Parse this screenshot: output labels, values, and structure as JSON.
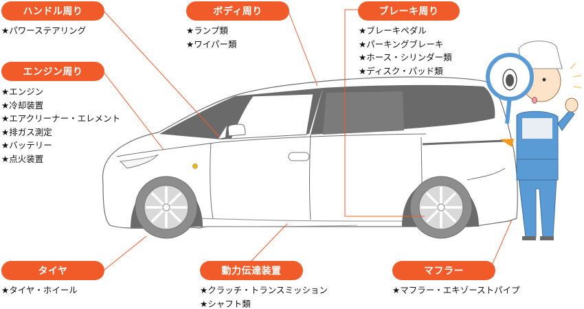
{
  "diagram": {
    "subject": "minivan inspection points",
    "accent_color": "#f15a29",
    "bullet_glyph": "★",
    "categories": {
      "handle": {
        "label": "ハンドル周り",
        "items": [
          "★パワーステアリング"
        ]
      },
      "engine": {
        "label": "エンジン周り",
        "items": [
          "★エンジン",
          "★冷却装置",
          "★エアクリーナー・エレメント",
          "★排ガス測定",
          "★バッテリー",
          "★点火装置"
        ]
      },
      "body": {
        "label": "ボディ周り",
        "items": [
          "★ランプ類",
          "★ワイパー類"
        ]
      },
      "brake": {
        "label": "ブレーキ周り",
        "items": [
          "★ブレーキペダル",
          "★パーキングブレーキ",
          "★ホース・シリンダー類",
          "★ディスク・パッド類"
        ]
      },
      "tire": {
        "label": "タイヤ",
        "items": [
          "★タイヤ・ホイール"
        ]
      },
      "drivetrain": {
        "label": "動力伝達装置",
        "items": [
          "★クラッチ・トランスミッション",
          "★シャフト類"
        ]
      },
      "muffler": {
        "label": "マフラー",
        "items": [
          "★マフラー・エキゾーストパイプ"
        ]
      }
    },
    "illustration": {
      "vehicle": "white-minivan",
      "character": "mechanic-with-magnifying-glass"
    }
  }
}
